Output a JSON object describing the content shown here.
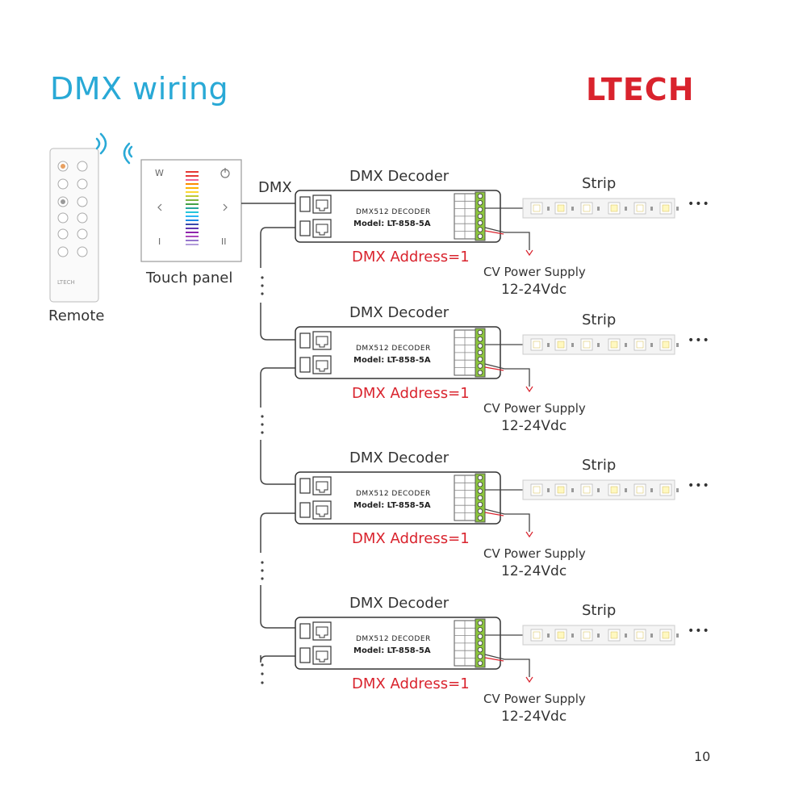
{
  "header": {
    "title": "DMX wiring",
    "brand": "LTECH"
  },
  "devices": {
    "remote_label": "Remote",
    "touch_panel_label": "Touch panel",
    "touch_panel_icons": {
      "top_left": "W",
      "bottom_left": "I",
      "bottom_right": "II"
    },
    "remote_small_text": "LTECH"
  },
  "dmx_label": "DMX",
  "decoders": [
    {
      "title": "DMX Decoder",
      "line1": "DMX512 DECODER",
      "line2": "Model: LT-858-5A",
      "address": "DMX Address=1",
      "strip": "Strip",
      "power1": "CV Power Supply",
      "power2": "12-24Vdc",
      "dots": "•••"
    },
    {
      "title": "DMX Decoder",
      "line1": "DMX512 DECODER",
      "line2": "Model: LT-858-5A",
      "address": "DMX Address=1",
      "strip": "Strip",
      "power1": "CV Power Supply",
      "power2": "12-24Vdc",
      "dots": "•••"
    },
    {
      "title": "DMX Decoder",
      "line1": "DMX512 DECODER",
      "line2": "Model: LT-858-5A",
      "address": "DMX Address=1",
      "strip": "Strip",
      "power1": "CV Power Supply",
      "power2": "12-24Vdc",
      "dots": "•••"
    },
    {
      "title": "DMX Decoder",
      "line1": "DMX512 DECODER",
      "line2": "Model: LT-858-5A",
      "address": "DMX Address=1",
      "strip": "Strip",
      "power1": "CV Power Supply",
      "power2": "12-24Vdc",
      "dots": "•••"
    }
  ],
  "page_number": "10",
  "colors": {
    "title": "#29a9d6",
    "brand": "#d9232d",
    "address": "#d9232d",
    "terminal": "#8dc63f"
  }
}
